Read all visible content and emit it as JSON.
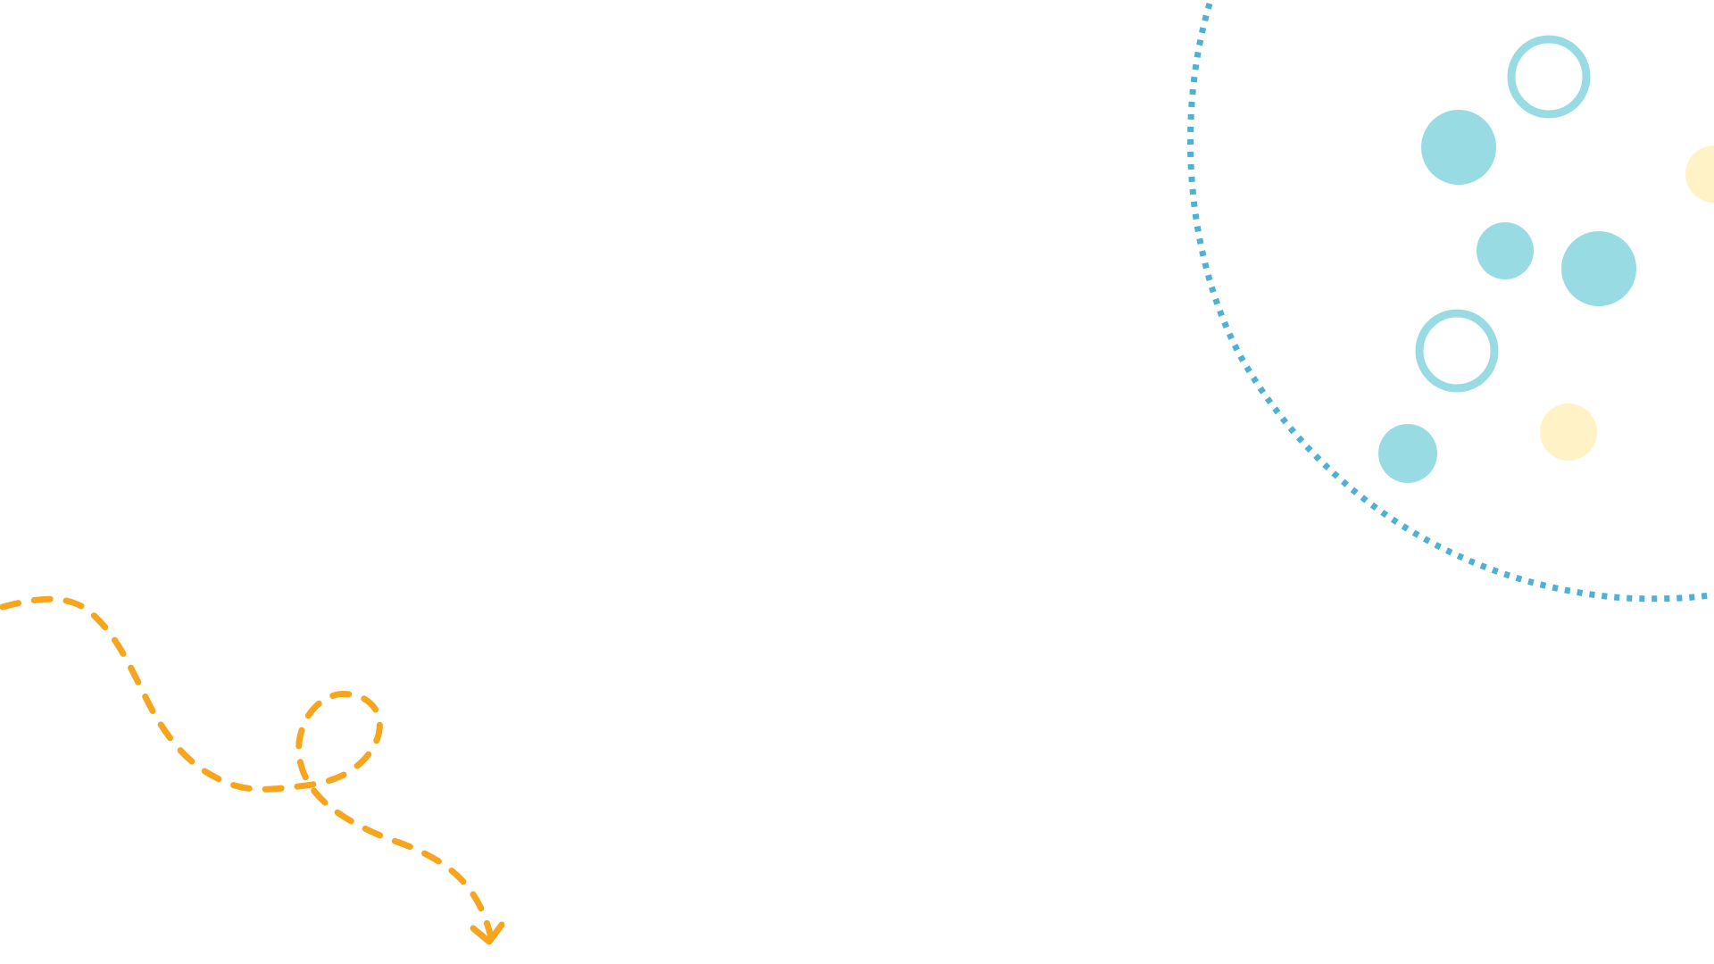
{
  "colors": {
    "background": "#ffffff",
    "dotted_arc": "#4fb0d6",
    "teal_bubble": "#98dbe2",
    "yellow_bubble": "#fff2c6",
    "orange_path": "#f7a51d"
  },
  "decorations": {
    "arc": "dotted-quarter-circle-arc",
    "bubbles": [
      "filled-teal-circle",
      "outlined-teal-ring",
      "filled-yellow-circle"
    ],
    "path": "dashed-looping-arrow-path"
  }
}
